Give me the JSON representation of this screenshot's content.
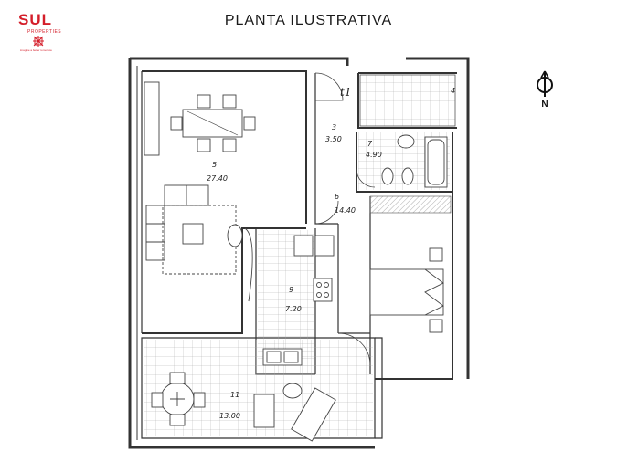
{
  "logo": {
    "word": "SUL",
    "sub": "PROPERTIES",
    "tagline": "imagine a better tomorrow"
  },
  "title": "PLANTA ILUSTRATIVA",
  "compass": {
    "letter": "N",
    "icon": "north-arrow-icon"
  },
  "rooms": {
    "r1": "t1",
    "r3": {
      "num": "3",
      "area": "3.50"
    },
    "r4": {
      "num": "4"
    },
    "r5": {
      "num": "5",
      "area": "27.40"
    },
    "r6": {
      "num": "6",
      "area": "14.40"
    },
    "r7": {
      "num": "7",
      "area": "4.90"
    },
    "r9": {
      "num": "9",
      "area": "7.20"
    },
    "r11": {
      "num": "11",
      "area": "13.00"
    }
  },
  "colors": {
    "brand": "#d41e2a",
    "line": "#333333"
  }
}
